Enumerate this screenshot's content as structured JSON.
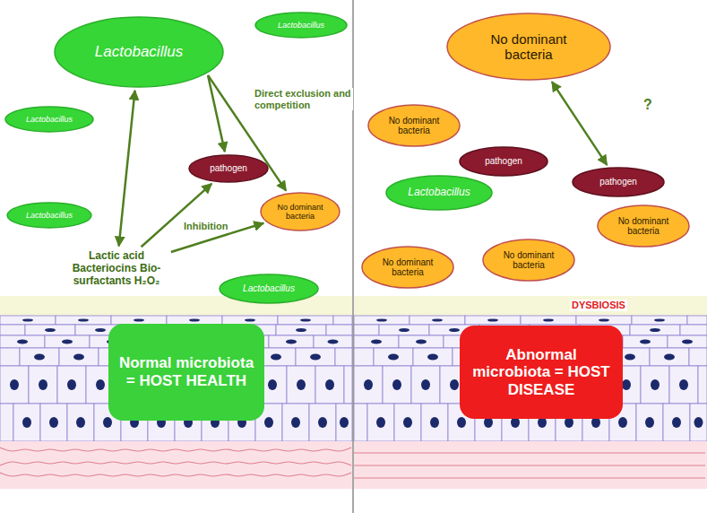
{
  "diagram": {
    "nodes": [
      {
        "text": [
          "Lactobacillus"
        ]
      },
      {
        "text": [
          "Lactobacillus"
        ]
      },
      {
        "text": [
          "Lactobacillus"
        ]
      },
      {
        "text": [
          "pathogen"
        ]
      },
      {
        "text": [
          "No dominant bacteria"
        ]
      },
      {
        "text": [
          "Lactobacillus"
        ]
      },
      {
        "text": [
          "Lactic acid Bacteriocins Bio-surfactants H₂O₂"
        ]
      },
      {
        "text": [
          "Lactobacillus"
        ]
      },
      {
        "text": [
          "Normal microbiota = HOST HEALTH"
        ]
      },
      {
        "text": [
          "No dominant bacteria"
        ]
      },
      {
        "text": [
          "No dominant bacteria"
        ]
      },
      {
        "text": [
          "pathogen"
        ]
      },
      {
        "text": [
          "pathogen"
        ]
      },
      {
        "text": [
          "Lactobacillus"
        ]
      },
      {
        "text": [
          "No dominant bacteria"
        ]
      },
      {
        "text": [
          "No dominant bacteria"
        ]
      },
      {
        "text": [
          "No dominant bacteria"
        ]
      },
      {
        "text": [
          "Abnormal microbiota = HOST DISEASE"
        ]
      }
    ],
    "edges": [
      {
        "from": 0,
        "to": 6,
        "arrow": "both"
      },
      {
        "from": 0,
        "to": 3,
        "label": "Direct exclusion and competition",
        "arrow": "to"
      },
      {
        "from": 0,
        "to": 4,
        "arrow": "to"
      },
      {
        "from": 6,
        "to": 3,
        "arrow": "to"
      },
      {
        "from": 6,
        "to": 4,
        "label": "Inhibition",
        "arrow": "to"
      },
      {
        "from": 9,
        "to": 12,
        "label": "?",
        "arrow": "both"
      }
    ],
    "labels": [
      "DYSBIOSIS"
    ]
  }
}
